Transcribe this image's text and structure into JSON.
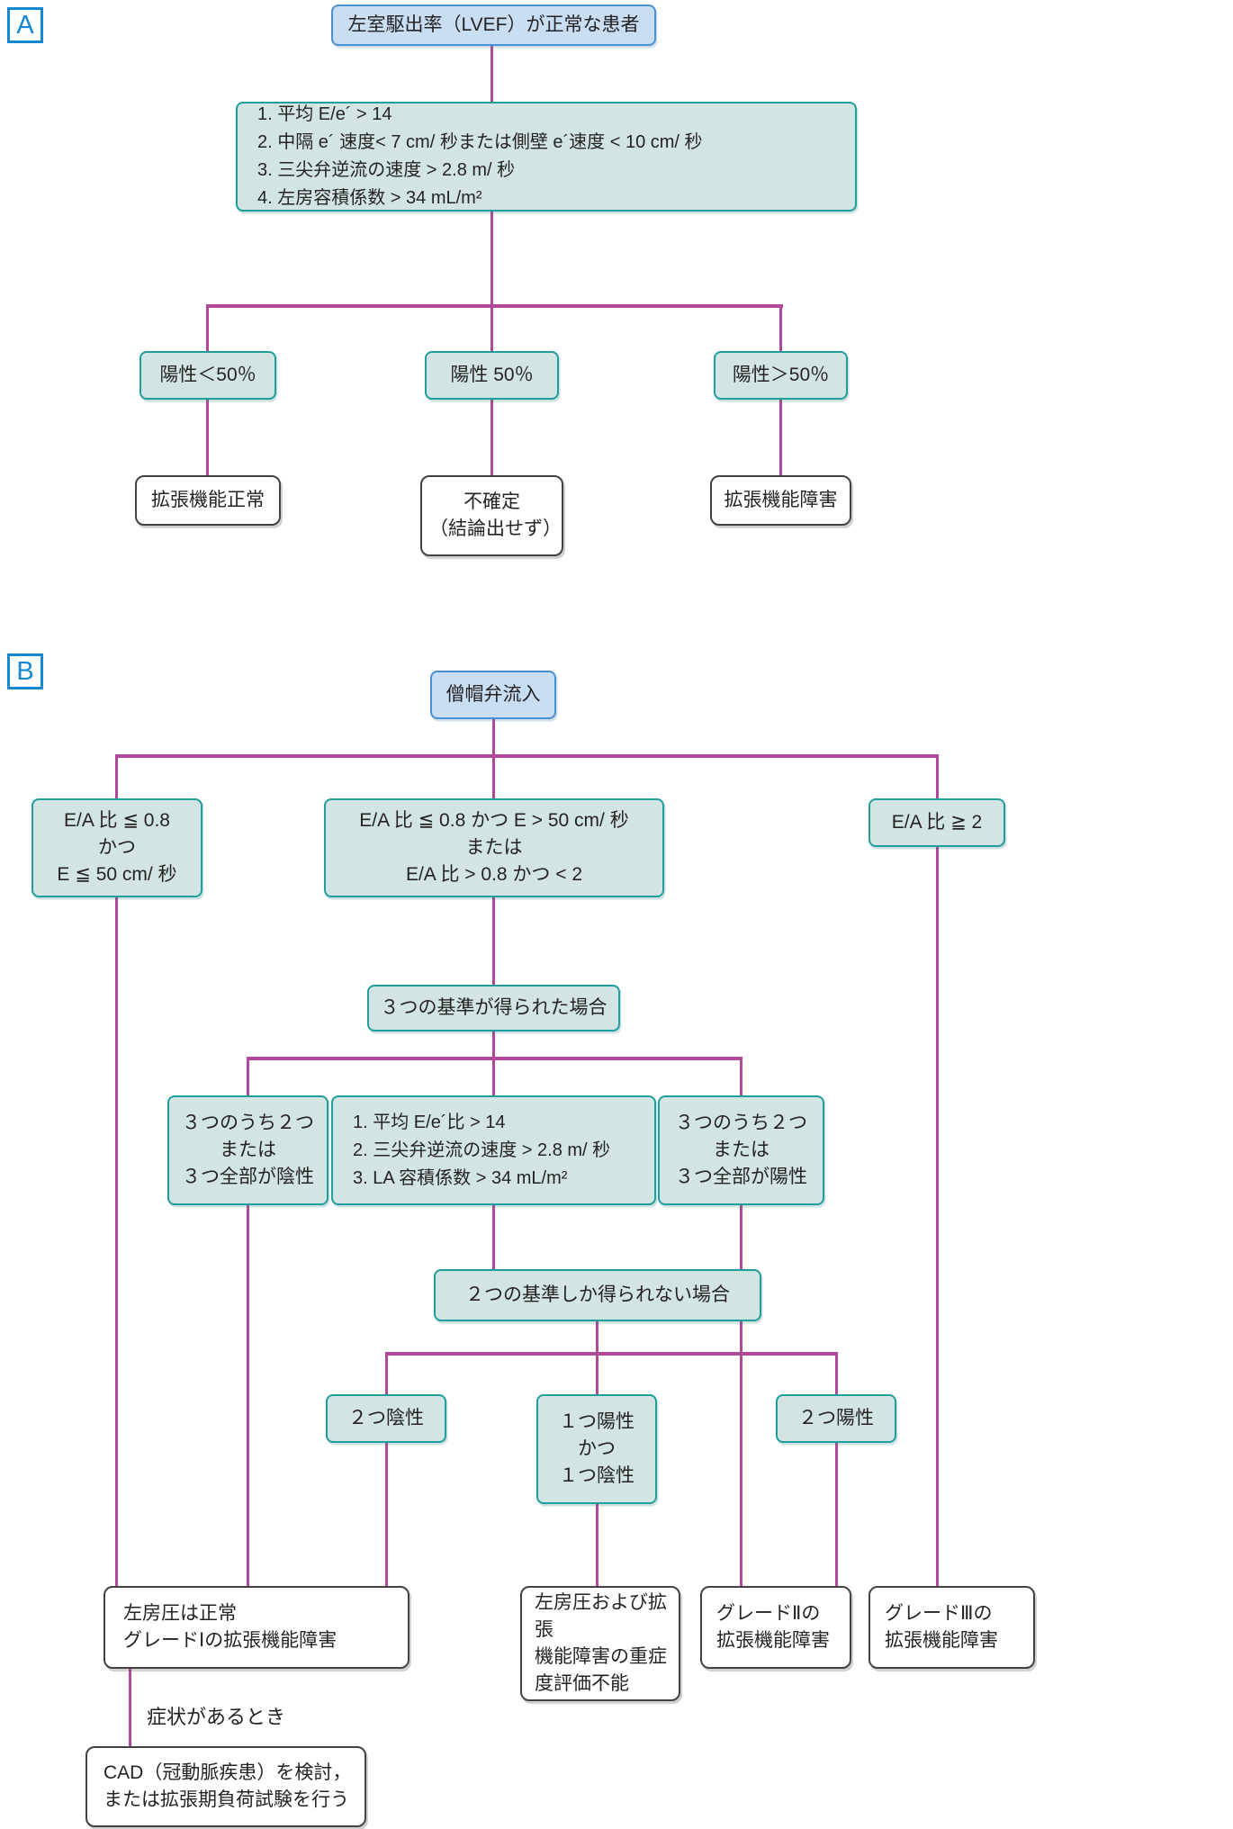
{
  "panel_a": {
    "label": "A",
    "root": "左室駆出率（LVEF）が正常な患者",
    "criteria": [
      "1. 平均 E/e´ > 14",
      "2. 中隔 e´ 速度< 7 cm/ 秒または側壁 e´速度 < 10 cm/ 秒",
      "3. 三尖弁逆流の速度 > 2.8 m/ 秒",
      "4. 左房容積係数 > 34 mL/m²"
    ],
    "branch_low": "陽性＜50％",
    "branch_mid": "陽性 50％",
    "branch_high": "陽性＞50％",
    "outcome_low": "拡張機能正常",
    "outcome_mid": [
      "不確定",
      "（結論出せず）"
    ],
    "outcome_high": "拡張機能障害"
  },
  "panel_b": {
    "label": "B",
    "root": "僧帽弁流入",
    "r1_left": [
      "E/A 比 ≦ 0.8",
      "かつ",
      "E ≦ 50 cm/ 秒"
    ],
    "r1_mid": [
      "E/A 比 ≦ 0.8 かつ E > 50 cm/ 秒",
      "または",
      "E/A 比 > 0.8 かつ < 2"
    ],
    "r1_right": "E/A 比 ≧ 2",
    "three_criteria": "３つの基準が得られた場合",
    "r2_left": [
      "３つのうち２つ",
      "または",
      "３つ全部が陰性"
    ],
    "r2_mid": [
      "1. 平均 E/e´比 > 14",
      "2. 三尖弁逆流の速度 > 2.8 m/ 秒",
      "3. LA 容積係数 > 34 mL/m²"
    ],
    "r2_right": [
      "３つのうち２つ",
      "または",
      "３つ全部が陽性"
    ],
    "two_criteria": "２つの基準しか得られない場合",
    "r3_neg": "２つ陰性",
    "r3_mixed": [
      "１つ陽性",
      "かつ",
      "１つ陰性"
    ],
    "r3_pos": "２つ陽性",
    "out_normal": [
      "左房圧は正常",
      "グレードⅠの拡張機能障害"
    ],
    "out_indet": [
      "左房圧および拡張",
      "機能障害の重症",
      "度評価不能"
    ],
    "out_g2": [
      "グレードⅡの",
      "拡張機能障害"
    ],
    "out_g3": [
      "グレードⅢの",
      "拡張機能障害"
    ],
    "symptom_note": "症状があるとき",
    "cad": [
      "CAD（冠動脈疾患）を検討，",
      "または拡張期負荷試験を行う"
    ]
  },
  "colors": {
    "connector": "#b1489c",
    "teal_fill": "#d3e5e3",
    "teal_border": "#1f9e9e",
    "blue_fill": "#c9ddf3",
    "blue_border": "#4a90d4",
    "outcome_border": "#454042",
    "panel_label": "#1588d1"
  }
}
